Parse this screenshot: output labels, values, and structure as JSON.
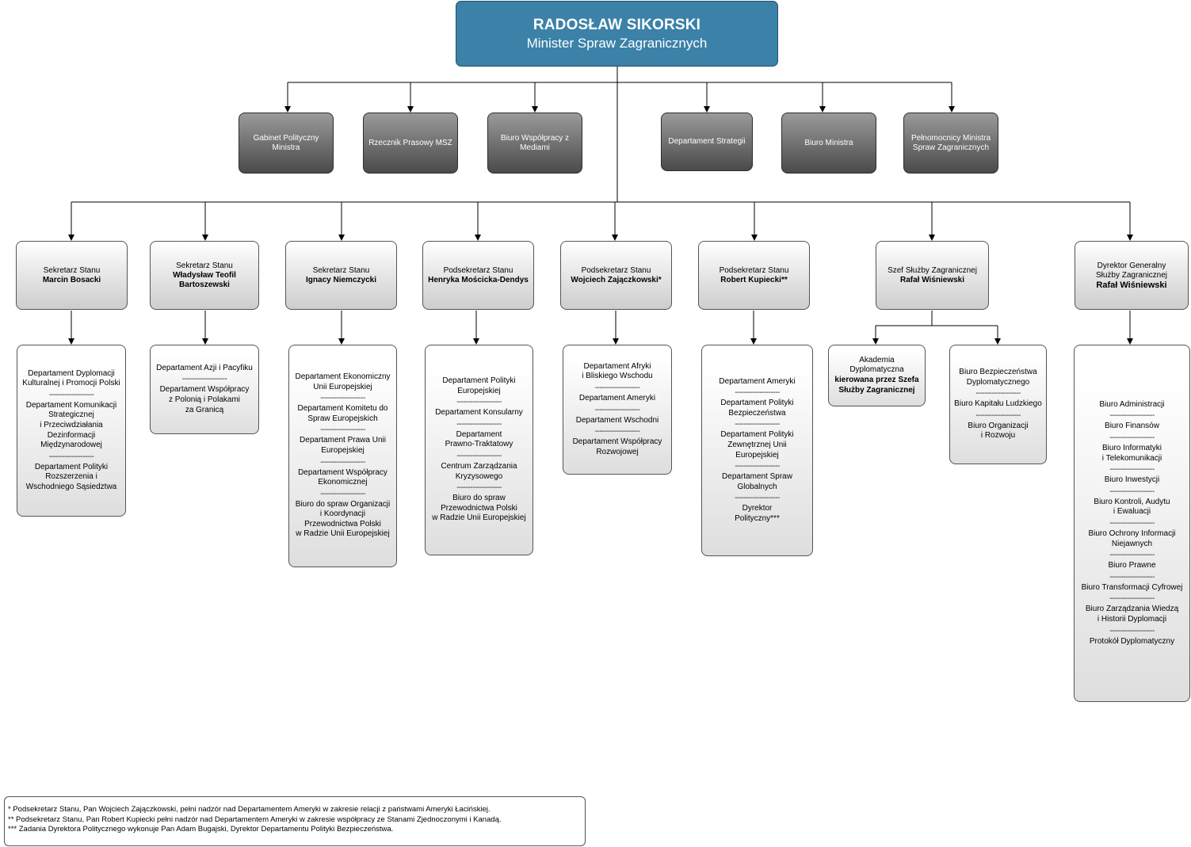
{
  "minister": {
    "name": "RADOSŁAW SIKORSKI",
    "role": "Minister Spraw Zagranicznych"
  },
  "staff": [
    "Gabinet Polityczny\nMinistra",
    "Rzecznik Prasowy MSZ",
    "Biuro Współpracy z\nMediami",
    "Departament Strategii",
    "Biuro Ministra",
    "Pełnomocnicy Ministra\nSpraw Zagranicznych"
  ],
  "secretaries": [
    {
      "title": "Sekretarz Stanu",
      "name": "Marcin Bosacki"
    },
    {
      "title": "Sekretarz Stanu",
      "name": "Władysław Teofil\nBartoszewski"
    },
    {
      "title": "Sekretarz Stanu",
      "name": "Ignacy Niemczycki"
    },
    {
      "title": "Podsekretarz Stanu",
      "name": "Henryka Mościcka-Dendys"
    },
    {
      "title": "Podsekretarz Stanu",
      "name": "Wojciech Zajączkowski*"
    },
    {
      "title": "Podsekretarz Stanu",
      "name": "Robert Kupiecki**"
    },
    {
      "title": "Szef Służby Zagranicznej",
      "name": "Rafał Wiśniewski"
    },
    {
      "title": "Dyrektor Generalny\nSłużby Zagranicznej",
      "name": "Rafał Wiśniewski"
    }
  ],
  "separator": "--------------------",
  "departments": [
    [
      "Departament Dyplomacji\nKulturalnej i Promocji Polski",
      "Departament Komunikacji\nStrategicznej\ni Przeciwdziałania\nDezinformacji\nMiędzynarodowej",
      "Departament Polityki\nRozszerzenia i\nWschodniego Sąsiedztwa"
    ],
    [
      "Departament Azji i Pacyfiku",
      "Departament Współpracy\nz Polonią i Polakami\nza Granicą"
    ],
    [
      "Departament Ekonomiczny\nUnii Europejskiej",
      "Departament Komitetu do\nSpraw Europejskich",
      "Departament Prawa Unii\nEuropejskiej",
      "Departament Współpracy\nEkonomicznej",
      "Biuro do spraw Organizacji\ni Koordynacji\nPrzewodnictwa Polski\nw Radzie Unii Europejskiej"
    ],
    [
      "Departament Polityki\nEuropejskiej",
      "Departament Konsularny",
      "Departament\nPrawno-Traktatowy",
      "Centrum Zarządzania\nKryzysowego",
      "Biuro do spraw\nPrzewodnictwa Polski\nw Radzie Unii Europejskiej"
    ],
    [
      "Departament Afryki\ni Bliskiego Wschodu",
      "Departament Ameryki",
      "Departament Wschodni",
      "Departament Współpracy\nRozwojowej"
    ],
    [
      "Departament Ameryki",
      "Departament Polityki\nBezpieczeństwa",
      "Departament Polityki\nZewnętrznej Unii\nEuropejskiej",
      "Departament Spraw\nGlobalnych",
      "Dyrektor\nPolityczny***"
    ],
    [
      "Biuro Bezpieczeństwa\nDyplomatycznego",
      "Biuro Kapitału Ludzkiego",
      "Biuro Organizacji\ni Rozwoju"
    ],
    [
      "Biuro Administracji",
      "Biuro Finansów",
      "Biuro Informatyki\ni Telekomunikacji",
      "Biuro Inwestycji",
      "Biuro Kontroli, Audytu\ni Ewaluacji",
      "Biuro Ochrony Informacji\nNiejawnych",
      "Biuro Prawne",
      "Biuro Transformacji Cyfrowej",
      "Biuro Zarządzania Wiedzą\ni Historii Dyplomacji",
      "Protokół Dyplomatyczny"
    ]
  ],
  "academy": {
    "line1": "Akademia\nDyplomatyczna",
    "line2": "kierowana przez Szefa\nSłużby Zagranicznej"
  },
  "footnotes": [
    "* Podsekretarz Stanu, Pan Wojciech Zajączkowski, pełni nadzór nad Departamentem Ameryki w zakresie relacji z państwami Ameryki Łacińskiej.",
    "** Podsekretarz Stanu, Pan Robert Kupiecki pełni nadzór nad Departamentem Ameryki w zakresie współpracy ze Stanami Zjednoczonymi i Kanadą.",
    "*** Zadania Dyrektora Politycznego wykonuje Pan Adam Bugajski, Dyrektor Departamentu Polityki Bezpieczeństwa."
  ]
}
